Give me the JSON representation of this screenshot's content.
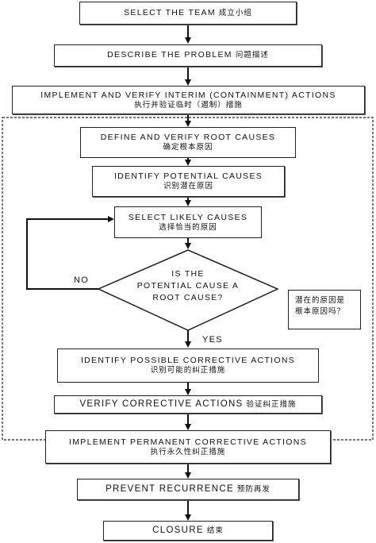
{
  "steps": {
    "select_team": {
      "en": "SELECT THE TEAM",
      "zh": "成立小组"
    },
    "describe_problem": {
      "en": "DESCRIBE THE PROBLEM",
      "zh": "问题描述"
    },
    "interim_actions": {
      "en": "IMPLEMENT AND VERIFY INTERIM (CONTAINMENT) ACTIONS",
      "zh": "执行并验证临时（遏制）措施"
    },
    "define_root_causes": {
      "en": "DEFINE AND VERIFY ROOT CAUSES",
      "zh": "确定根本原因"
    },
    "identify_potential": {
      "en": "IDENTIFY POTENTIAL CAUSES",
      "zh": "识别潜在原因"
    },
    "select_likely": {
      "en": "SELECT LIKELY CAUSES",
      "zh": "选择恰当的原因"
    },
    "decision": {
      "line1": "IS THE",
      "line2": "POTENTIAL CAUSE A",
      "line3": "ROOT CAUSE?"
    },
    "identify_corrective": {
      "en": "IDENTIFY POSSIBLE CORRECTIVE ACTIONS",
      "zh": "识别可能的纠正措施"
    },
    "verify_corrective": {
      "en": "VERIFY CORRECTIVE ACTIONS",
      "zh": "验证纠正措施"
    },
    "implement_permanent": {
      "en": "IMPLEMENT PERMANENT CORRECTIVE ACTIONS",
      "zh": "执行永久性纠正措施"
    },
    "prevent_recurrence": {
      "en": "PREVENT RECURRENCE",
      "zh": "预防再发"
    },
    "closure": {
      "en": "CLOSURE",
      "zh": "结束"
    }
  },
  "labels": {
    "no": "NO",
    "yes": "YES"
  },
  "note": {
    "line1": "潜在的原因是",
    "line2": "根本原因吗？"
  }
}
